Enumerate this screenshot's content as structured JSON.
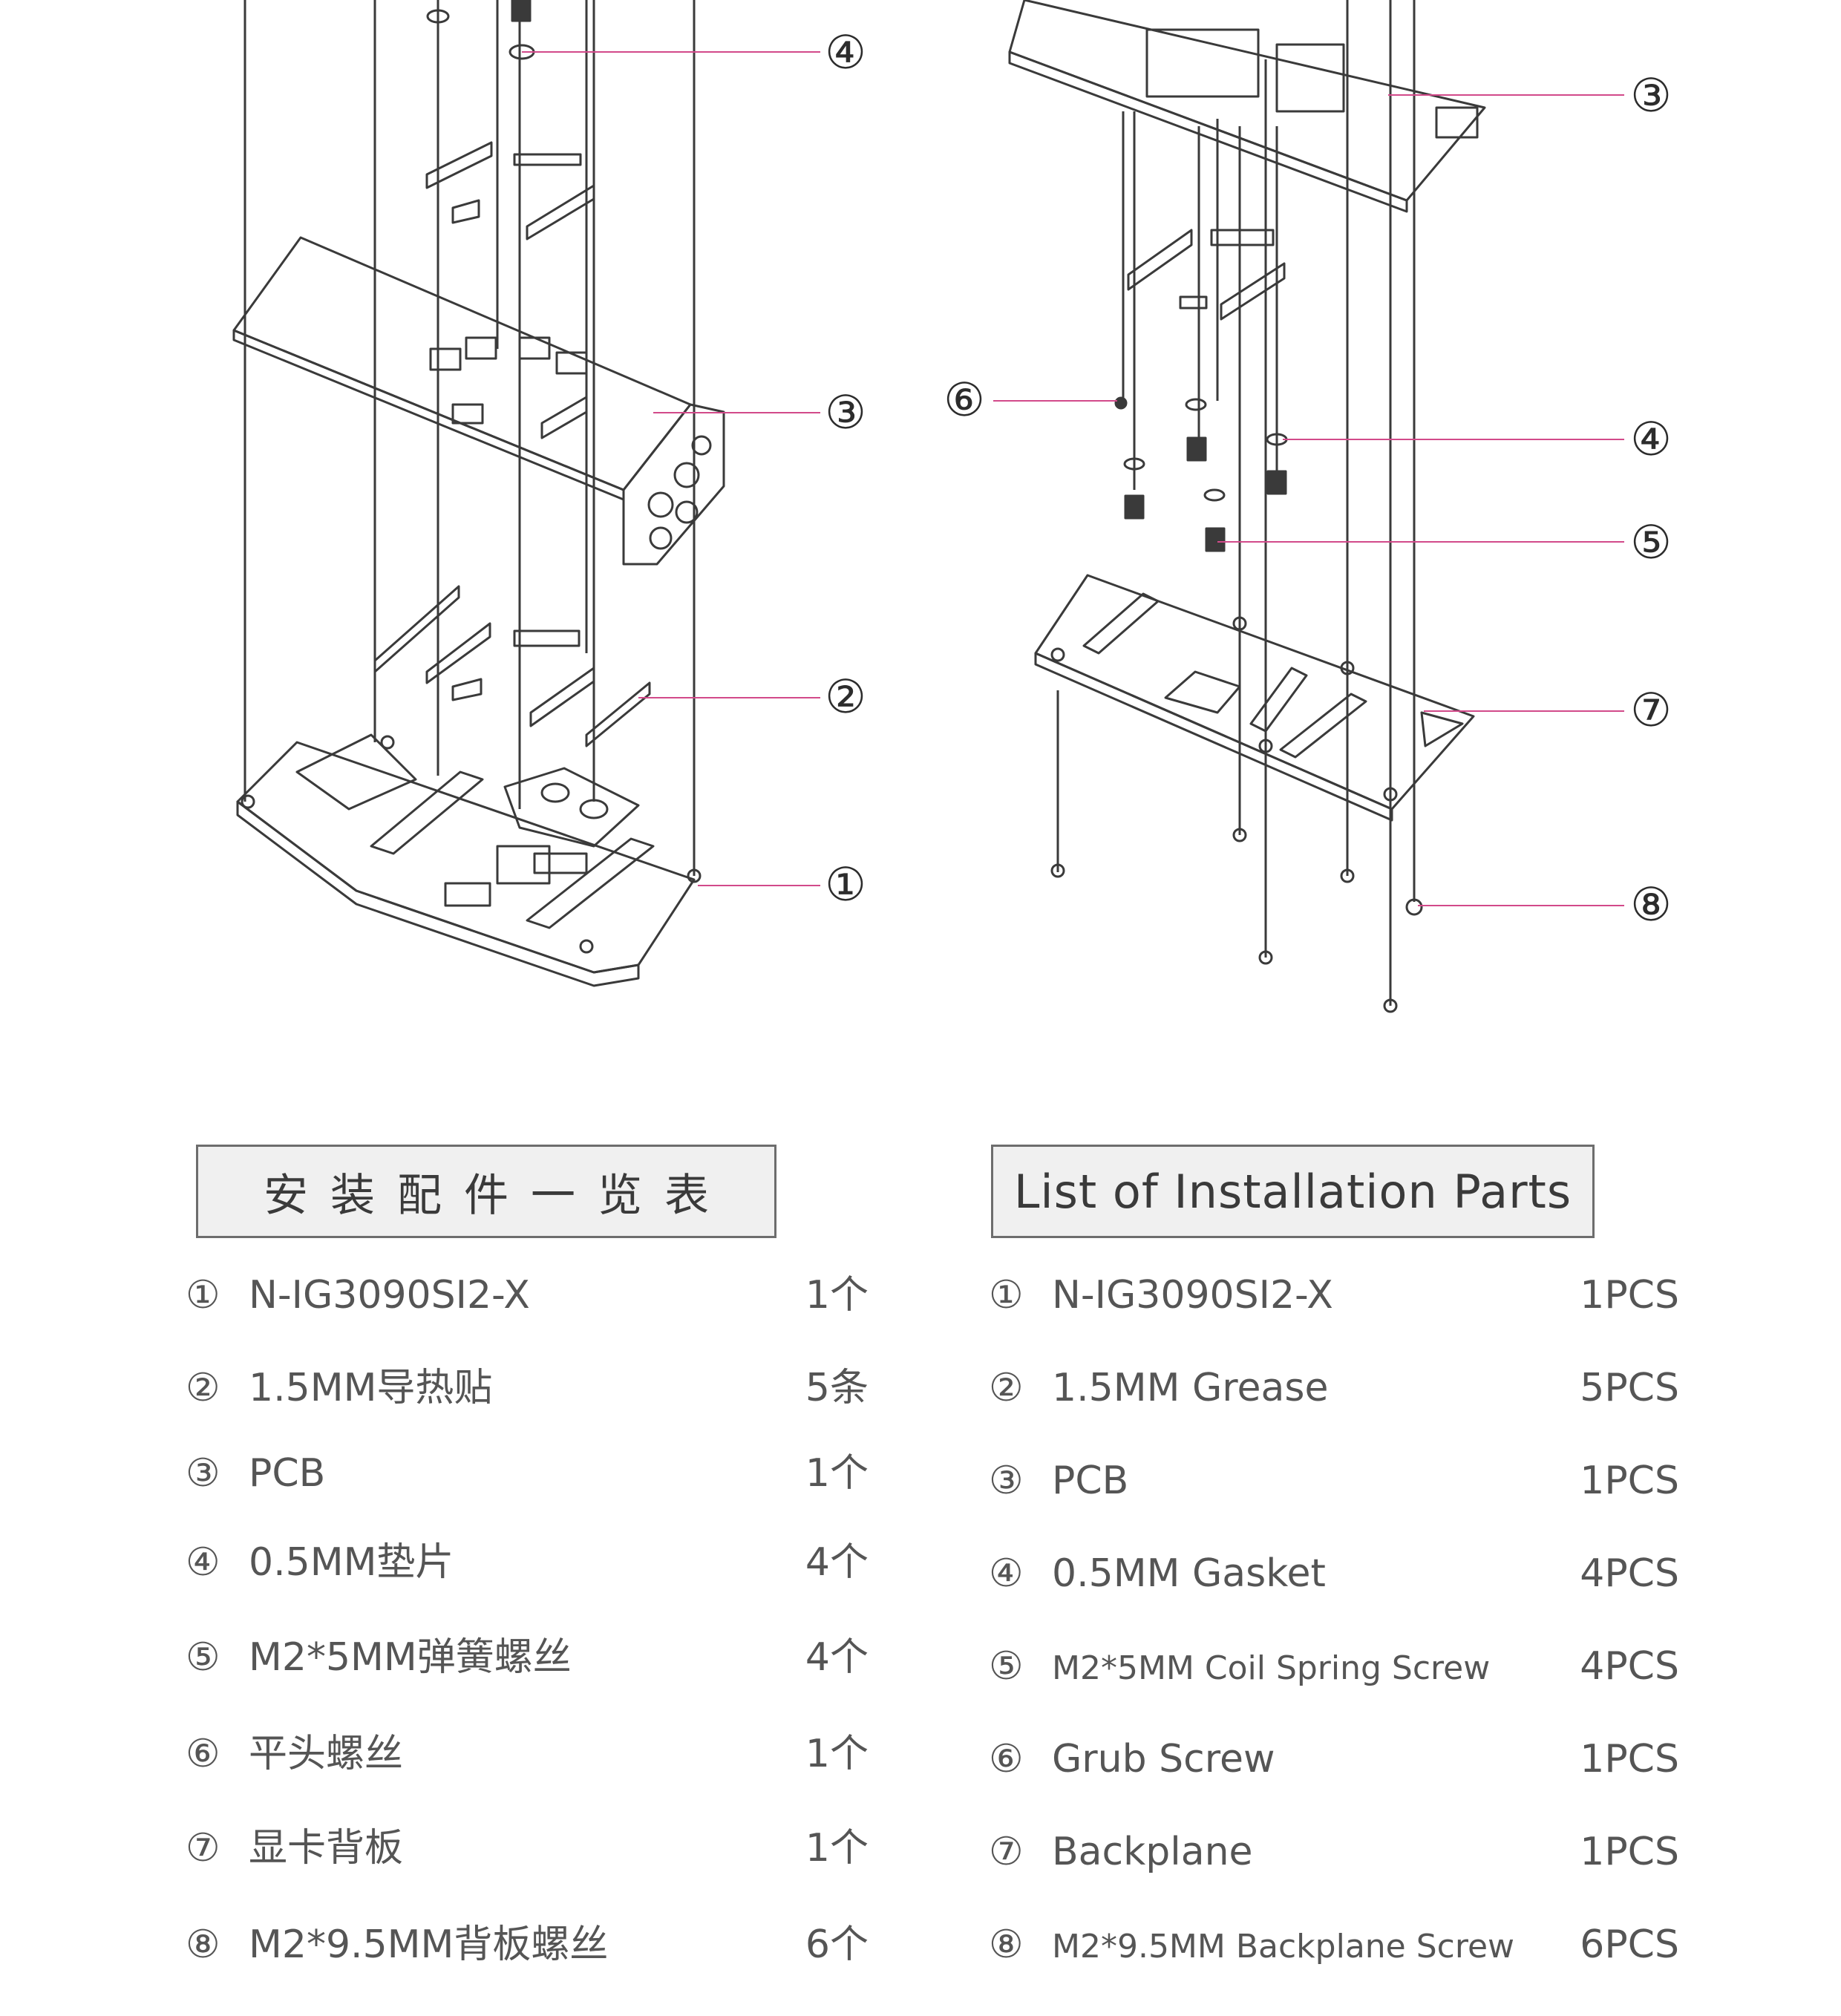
{
  "callouts": {
    "left": [
      "④",
      "③",
      "②",
      "①"
    ],
    "right": [
      "③",
      "⑥",
      "④",
      "⑤",
      "⑦",
      "⑧"
    ]
  },
  "colors": {
    "leader_line": "#d24a8a",
    "drawing_line": "#3a3a3a",
    "title_fill": "#f0f0f0"
  },
  "parts_cn": {
    "title": "安装配件一览表",
    "items": [
      {
        "num": "①",
        "name": "N-IG3090SI2-X",
        "qty": "1个"
      },
      {
        "num": "②",
        "name": "1.5MM导热贴",
        "qty": "5条"
      },
      {
        "num": "③",
        "name": "PCB",
        "qty": "1个"
      },
      {
        "num": "④",
        "name": "0.5MM垫片",
        "qty": "4个"
      },
      {
        "num": "⑤",
        "name": "M2*5MM弹簧螺丝",
        "qty": "4个"
      },
      {
        "num": "⑥",
        "name": "平头螺丝",
        "qty": "1个"
      },
      {
        "num": "⑦",
        "name": "显卡背板",
        "qty": "1个"
      },
      {
        "num": "⑧",
        "name": "M2*9.5MM背板螺丝",
        "qty": "6个"
      }
    ]
  },
  "parts_en": {
    "title": "List of Installation Parts",
    "items": [
      {
        "num": "①",
        "name": "N-IG3090SI2-X",
        "qty": "1PCS"
      },
      {
        "num": "②",
        "name": "1.5MM Grease",
        "qty": "5PCS"
      },
      {
        "num": "③",
        "name": "PCB",
        "qty": "1PCS"
      },
      {
        "num": "④",
        "name": "0.5MM Gasket",
        "qty": "4PCS"
      },
      {
        "num": "⑤",
        "name": "M2*5MM Coil Spring Screw",
        "qty": "4PCS"
      },
      {
        "num": "⑥",
        "name": "Grub Screw",
        "qty": "1PCS"
      },
      {
        "num": "⑦",
        "name": "Backplane",
        "qty": "1PCS"
      },
      {
        "num": "⑧",
        "name": "M2*9.5MM Backplane Screw",
        "qty": "6PCS"
      }
    ]
  }
}
